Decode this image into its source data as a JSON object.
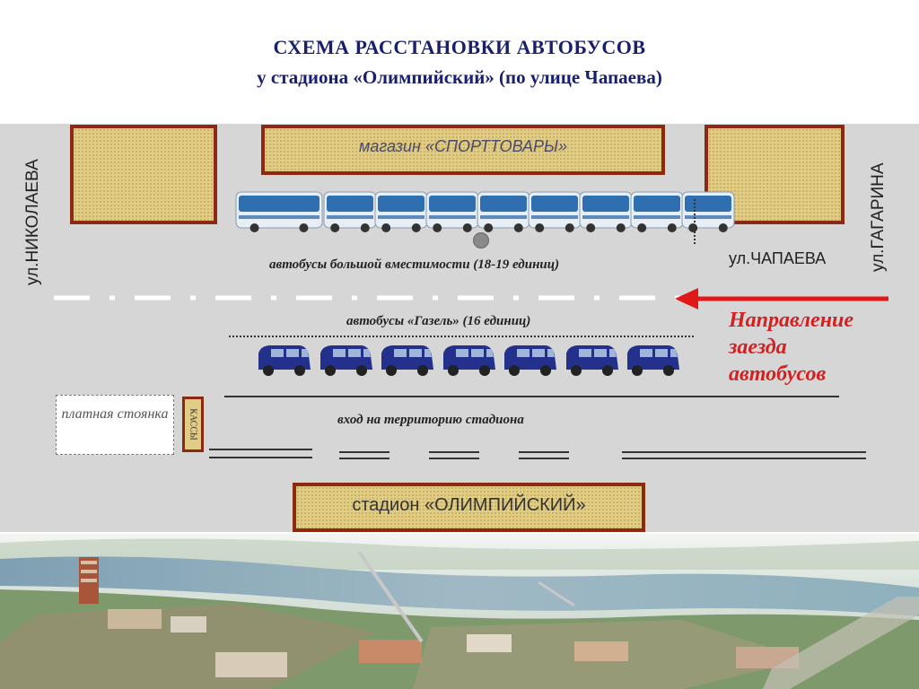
{
  "title": {
    "line1": "СХЕМА  РАССТАНОВКИ АВТОБУСОВ",
    "line2": "у стадиона «Олимпийский» (по улице Чапаева)"
  },
  "map": {
    "shop": "магазин «СПОРТТОВАРЫ»",
    "stadium": "стадион «ОЛИМПИЙСКИЙ»",
    "street_left": "ул.НИКОЛАЕВА",
    "street_right": "ул.ГАГАРИНА",
    "street_main": "ул.ЧАПАЕВА",
    "big_buses_caption": "автобусы большой вместимости (18-19 единиц)",
    "gazel_caption": "автобусы «Газель»  (16 единиц)",
    "entrance_caption": "вход на территорию стадиона",
    "parking": "платная стоянка",
    "kassy": "КАССЫ",
    "direction_line1": "Направление",
    "direction_line2": "заезда",
    "direction_line3": "автобусов",
    "big_bus_count": 9,
    "gazel_count": 7
  },
  "colors": {
    "title": "#1a1f6b",
    "block_border": "#8b2a10",
    "block_fill": "#e0cc84",
    "arrow": "#e01818",
    "bus_body": "#e8eef6",
    "bus_glass": "#2f6fb0",
    "gazel_body": "#23308c"
  }
}
